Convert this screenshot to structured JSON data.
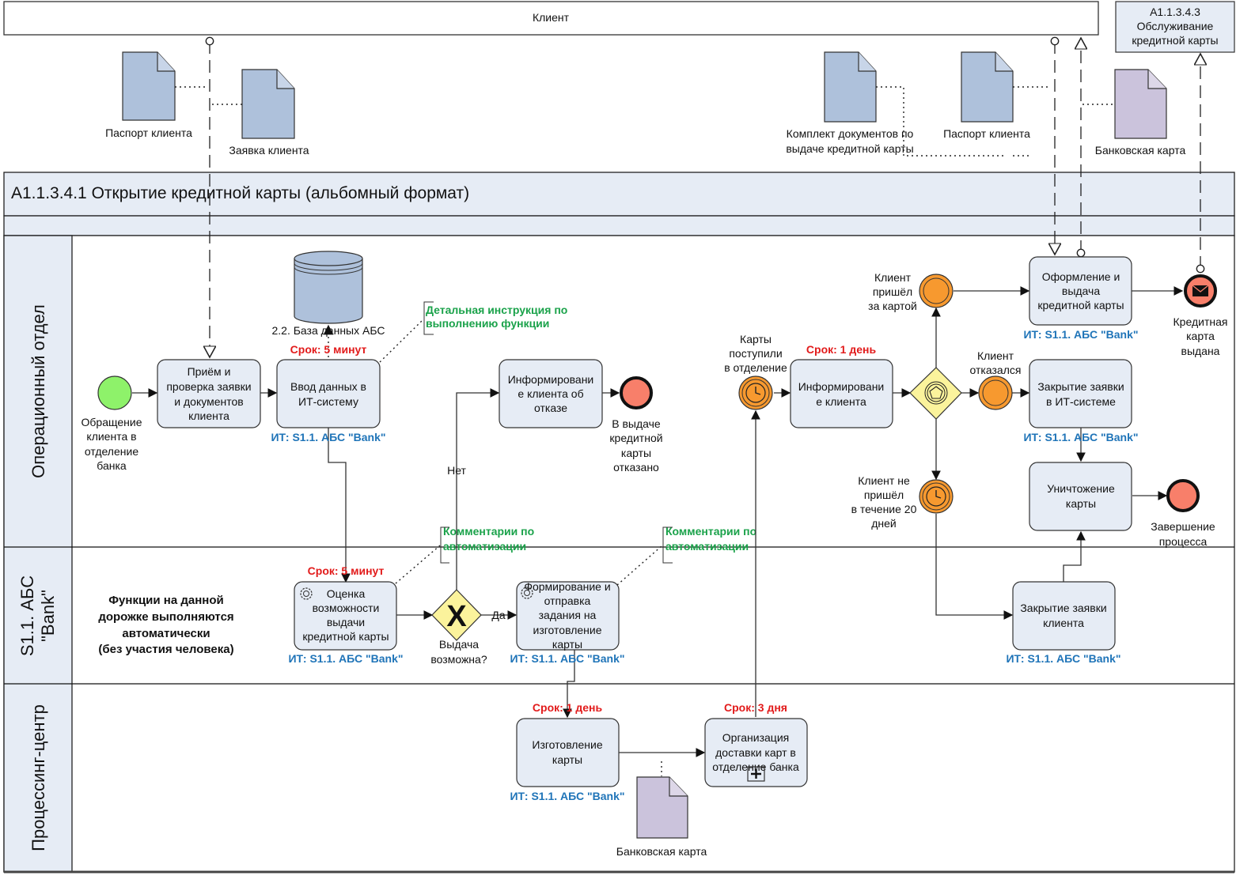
{
  "pools": {
    "client": {
      "label": "Клиент"
    },
    "linked_process": {
      "lines": [
        "A1.1.3.4.3",
        "Обслуживание",
        "кредитной карты"
      ]
    },
    "main": {
      "title": "A1.1.3.4.1 Открытие кредитной карты (альбомный формат)"
    }
  },
  "lanes": [
    {
      "label": "Операционный отдел"
    },
    {
      "label_lines": [
        "S1.1. АБС",
        "\"Bank\""
      ]
    },
    {
      "label": "Процессинг-центр"
    }
  ],
  "documents": {
    "passport_1": "Паспорт клиента",
    "application": "Заявка клиента",
    "doc_kit": [
      "Комплект документов по",
      "выдаче кредитной карты"
    ],
    "passport_2": "Паспорт клиента",
    "bank_card_top": "Банковская карта",
    "bank_card_bottom": "Банковская карта"
  },
  "database": {
    "label": "2.2. База данных АБС"
  },
  "annotations": {
    "instruction": [
      "Детальная инструкция по",
      "выполнению функции"
    ],
    "automation_1": [
      "Комментарии по",
      "автоматизации"
    ],
    "automation_2": [
      "Комментарии по",
      "автоматизации"
    ],
    "auto_lane_note": [
      "Функции на данной",
      "дорожке выполняются",
      "автоматически",
      "(без участия человека)"
    ]
  },
  "tasks": {
    "receive": {
      "lines": [
        "Приём и",
        "проверка заявки",
        "и документов",
        "клиента"
      ]
    },
    "input_data": {
      "lines": [
        "Ввод данных в",
        "ИТ-систему"
      ],
      "deadline": "Срок: 5 минут",
      "it": "ИТ: S1.1. АБС \"Bank\""
    },
    "inform_refusal": {
      "lines": [
        "Информировани",
        "е клиента об",
        "отказе"
      ]
    },
    "assess": {
      "lines": [
        "Оценка",
        "возможности",
        "выдачи",
        "кредитной карты"
      ],
      "deadline": "Срок: 5 минут",
      "it": "ИТ: S1.1. АБС \"Bank\""
    },
    "form_task": {
      "lines": [
        "Формирование и",
        "отправка",
        "задания на",
        "изготовление",
        "карты"
      ],
      "it": "ИТ: S1.1. АБС \"Bank\""
    },
    "make_card": {
      "lines": [
        "Изготовление",
        "карты"
      ],
      "deadline": "Срок: 1 день",
      "it": "ИТ: S1.1. АБС \"Bank\""
    },
    "delivery": {
      "lines": [
        "Организация",
        "доставки карт в",
        "отделение банка"
      ],
      "deadline": "Срок: 3 дня"
    },
    "inform_client": {
      "lines": [
        "Информировани",
        "е клиента"
      ],
      "deadline": "Срок: 1 день"
    },
    "issue_card": {
      "lines": [
        "Оформление и",
        "выдача",
        "кредитной карты"
      ],
      "it": "ИТ: S1.1. АБС \"Bank\""
    },
    "close_it": {
      "lines": [
        "Закрытие заявки",
        "в ИТ-системе"
      ],
      "it": "ИТ: S1.1. АБС \"Bank\""
    },
    "destroy": {
      "lines": [
        "Уничтожение",
        "карты"
      ]
    },
    "close_request": {
      "lines": [
        "Закрытие заявки",
        "клиента"
      ],
      "it": "ИТ: S1.1. АБС \"Bank\""
    }
  },
  "events": {
    "start": {
      "lines": [
        "Обращение",
        "клиента в",
        "отделение",
        "банка"
      ]
    },
    "refused_end": {
      "lines": [
        "В выдаче",
        "кредитной",
        "карты",
        "отказано"
      ]
    },
    "cards_arrived": {
      "lines": [
        "Карты",
        "поступили",
        "в отделение"
      ]
    },
    "client_came": {
      "lines": [
        "Клиент",
        "пришёл",
        "за картой"
      ]
    },
    "client_declined": {
      "lines": [
        "Клиент",
        "отказался"
      ]
    },
    "client_not_came": {
      "lines": [
        "Клиент не",
        "пришёл",
        "в течение 20",
        "дней"
      ]
    },
    "card_issued": {
      "lines": [
        "Кредитная",
        "карта",
        "выдана"
      ]
    },
    "process_end": {
      "lines": [
        "Завершение",
        "процесса"
      ]
    }
  },
  "gateways": {
    "xor": {
      "lines": [
        "Выдача",
        "возможна?"
      ],
      "yes": "Да",
      "no": "Нет",
      "symbol": "X"
    }
  },
  "colors": {
    "lane_header": "#e6ecf5",
    "task_fill": "#e6ecf5",
    "start_event": "#8ef26a",
    "end_event": "#f87f6a",
    "intermediate_event": "#f7992f",
    "gateway": "#fbf39c",
    "deadline": "#e21b1b",
    "it_system": "#1f74b8",
    "annotation": "#1aa24a",
    "document": "#aec1db",
    "document_card": "#cbc3dc"
  }
}
